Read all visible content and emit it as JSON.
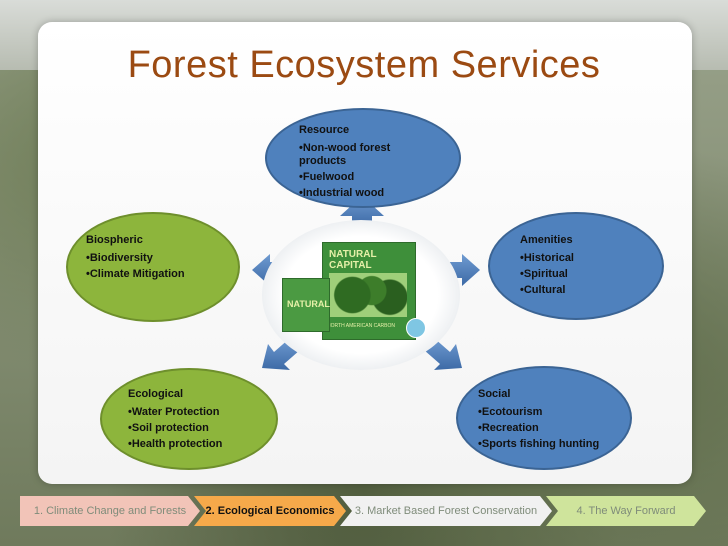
{
  "title": "Forest Ecosystem Services",
  "center_image": {
    "box_label": "NATURAL CAPITAL",
    "box_sublabel": "NORTH AMERICAN CARBON"
  },
  "nodes": {
    "resource": {
      "head": "Resource",
      "items": [
        "Non-wood forest products",
        "Fuelwood",
        "Industrial wood"
      ]
    },
    "biospheric": {
      "head": "Biospheric",
      "items": [
        "Biodiversity",
        "Climate Mitigation"
      ]
    },
    "amenities": {
      "head": "Amenities",
      "items": [
        "Historical",
        "Spiritual",
        "Cultural"
      ]
    },
    "ecological": {
      "head": "Ecological",
      "items": [
        "Water Protection",
        "Soil protection",
        "Health protection"
      ]
    },
    "social": {
      "head": "Social",
      "items": [
        "Ecotourism",
        "Recreation",
        "Sports fishing hunting"
      ]
    }
  },
  "colors": {
    "blue": "#4f81bd",
    "green": "#8db53c",
    "title": "#9b4a12"
  },
  "footer": {
    "steps": [
      {
        "label": "1. Climate Change and Forests",
        "color": "#f2c4b8"
      },
      {
        "label": "2. Ecological Economics",
        "color": "#f6a94a"
      },
      {
        "label": "3. Market Based Forest Conservation",
        "color": "#f1f1f1"
      },
      {
        "label": "4. The Way Forward",
        "color": "#cfe49c"
      }
    ]
  }
}
